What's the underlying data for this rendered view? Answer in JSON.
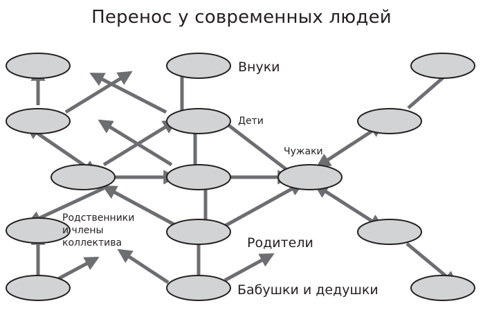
{
  "title": "Перенос у современных людей",
  "labels": {
    "grandchildren": "Внуки",
    "children": "Дети",
    "strangers": "Чужаки",
    "relatives": [
      "Родственники",
      "и члены",
      "коллектива"
    ],
    "parents": "Родители",
    "grandparents": "Бабушки и дедушки"
  },
  "colors": {
    "node_fill": "#d1d3d4",
    "node_stroke": "#231f20",
    "arrow": "#6d6e71",
    "text": "#231f20"
  }
}
